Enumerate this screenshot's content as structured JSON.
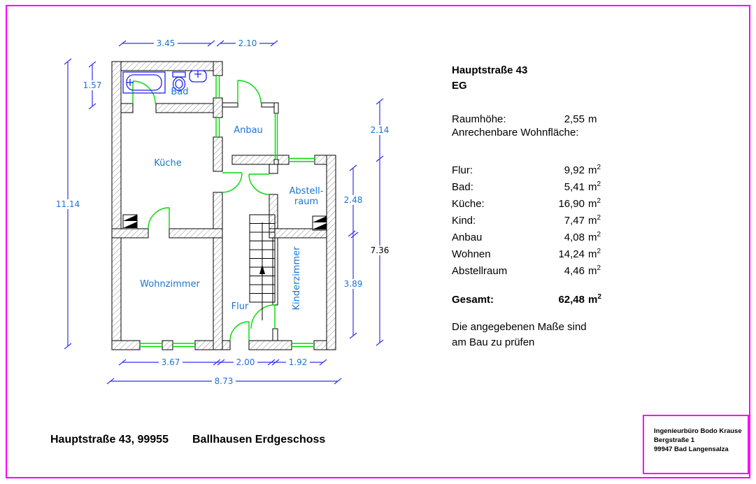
{
  "colors": {
    "page_border": "#ff00ff",
    "dimension": "#3232f2",
    "dim_text": "#1a74d2",
    "wall_hatch": "#6e6e6e",
    "door_window": "#00d900",
    "fixture": "#2222ee"
  },
  "plan": {
    "rooms": {
      "bad": "Bad",
      "anbau": "Anbau",
      "kueche": "Küche",
      "abstell_line1": "Abstell-",
      "abstell_line2": "raum",
      "wohnzimmer": "Wohnzimmer",
      "flur": "Flur",
      "kinderzimmer": "Kinderzimmer"
    },
    "dims": {
      "top_bad": "3.45",
      "top_anbau": "2.10",
      "left_bad": "1.57",
      "left_total": "11.14",
      "right_anbau": "2.14",
      "right_total": "7.36",
      "right_abstell": "2.48",
      "right_kinder": "3.89",
      "bottom_wohn": "3.67",
      "bottom_flur": "2.00",
      "bottom_kinder": "1.92",
      "bottom_total": "8.73"
    }
  },
  "info": {
    "title": "Hauptstraße 43",
    "subtitle": "EG",
    "room_height": {
      "label": "Raumhöhe:",
      "value": "2,55",
      "unit": "m",
      "sup": ""
    },
    "area_heading": "Anrechenbare Wohnfläche:",
    "rows": [
      {
        "label": "Flur:",
        "value": "9,92",
        "unit": "m",
        "sup": "2"
      },
      {
        "label": "Bad:",
        "value": "5,41",
        "unit": "m",
        "sup": "2"
      },
      {
        "label": "Küche:",
        "value": "16,90",
        "unit": "m",
        "sup": "2"
      },
      {
        "label": "Kind:",
        "value": "7,47",
        "unit": "m",
        "sup": "2"
      },
      {
        "label": "Anbau",
        "value": "4,08",
        "unit": "m",
        "sup": "2"
      },
      {
        "label": "Wohnen",
        "value": "14,24",
        "unit": "m",
        "sup": "2"
      },
      {
        "label": "Abstellraum",
        "value": "4,46",
        "unit": "m",
        "sup": "2"
      }
    ],
    "total": {
      "label": "Gesamt:",
      "value": "62,48",
      "unit": "m",
      "sup": "2"
    },
    "note_line1": "Die angegebenen Maße sind",
    "note_line2": "am Bau zu prüfen"
  },
  "footer": {
    "address": "Hauptstraße 43, 99955",
    "location": "Ballhausen Erdgeschoss"
  },
  "title_block": {
    "line1": "Ingenieurbüro Bodo Krause",
    "line2": "Bergstraße 1",
    "line3": "99947 Bad Langensalza"
  }
}
